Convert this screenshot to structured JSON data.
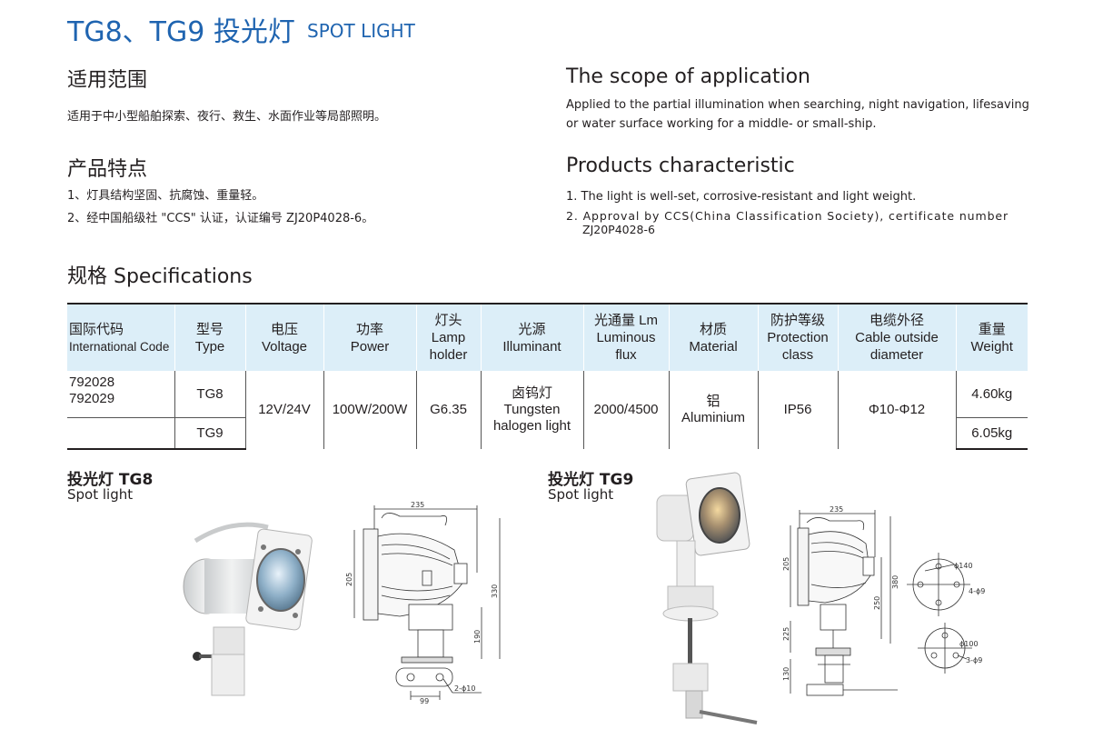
{
  "header": {
    "title_cn": "TG8、TG9 投光灯",
    "title_en": "SPOT LIGHT"
  },
  "scope": {
    "heading_cn": "适用范围",
    "text_cn": "适用于中小型船舶探索、夜行、救生、水面作业等局部照明。",
    "heading_en": "The scope of application",
    "text_en_1": "Applied to the partial illumination when searching, night navigation, lifesaving",
    "text_en_2": "or water surface working for a middle- or small-ship."
  },
  "features": {
    "heading_cn": "产品特点",
    "item1_cn": "1、灯具结构坚固、抗腐蚀、重量轻。",
    "item2_cn": "2、经中国船级社 \"CCS\" 认证，认证编号 ZJ20P4028-6。",
    "heading_en": "Products characteristic",
    "item1_en": "1. The light is well-set, corrosive-resistant and light weight.",
    "item2_en_1": "2. Approval by CCS(China Classification Society), certificate number",
    "item2_en_2": "ZJ20P4028-6"
  },
  "specs": {
    "heading": "规格 Specifications",
    "headers": {
      "code_cn": "国际代码",
      "code_en": "International Code",
      "type_cn": "型号",
      "type_en": "Type",
      "voltage_cn": "电压",
      "voltage_en": "Voltage",
      "power_cn": "功率",
      "power_en": "Power",
      "holder_cn": "灯头",
      "holder_en1": "Lamp",
      "holder_en2": "holder",
      "illum_cn": "光源",
      "illum_en": "Illuminant",
      "flux_cn": "光通量 Lm",
      "flux_en1": "Luminous",
      "flux_en2": "flux",
      "material_cn": "材质",
      "material_en": "Material",
      "prot_cn": "防护等级",
      "prot_en1": "Protection",
      "prot_en2": "class",
      "cable_cn": "电缆外径",
      "cable_en1": "Cable outside",
      "cable_en2": "diameter",
      "weight_cn": "重量",
      "weight_en": "Weight"
    },
    "row": {
      "code1": "792028",
      "code2": "792029",
      "type1": "TG8",
      "type2": "TG9",
      "voltage": "12V/24V",
      "power": "100W/200W",
      "holder": "G6.35",
      "illum_cn": "卤钨灯",
      "illum_en1": "Tungsten",
      "illum_en2": "halogen light",
      "flux": "2000/4500",
      "material_cn": "铝",
      "material_en": "Aluminium",
      "protection": "IP56",
      "cable": "Φ10-Φ12",
      "weight1": "4.60kg",
      "weight2": "6.05kg"
    }
  },
  "products": {
    "tg8": {
      "name_cn": "投光灯 TG8",
      "name_en": "Spot light"
    },
    "tg9": {
      "name_cn": "投光灯 TG9",
      "name_en": "Spot light"
    }
  },
  "drawing_tg8": {
    "dim_235": "235",
    "dim_205": "205",
    "dim_330": "330",
    "dim_190": "190",
    "dim_99": "99",
    "dim_holes": "2-ϕ10"
  },
  "drawing_tg9": {
    "dim_235": "235",
    "dim_205": "205",
    "dim_380": "380",
    "dim_250": "250",
    "dim_225": "225",
    "dim_130": "130",
    "dim_140": "ϕ140",
    "dim_4holes": "4-ϕ9",
    "dim_100": "ϕ100",
    "dim_3holes": "3-ϕ9"
  },
  "colors": {
    "title_blue": "#1f64b0",
    "table_header_bg": "#dceef8",
    "text": "#231f20"
  }
}
